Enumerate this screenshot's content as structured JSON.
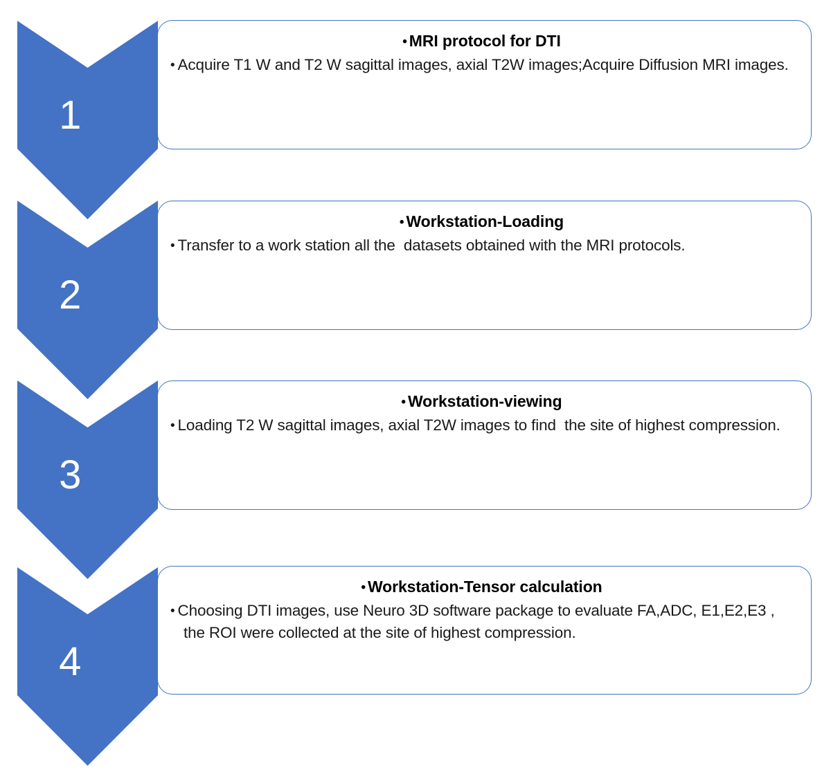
{
  "diagram": {
    "title": "MRI DTI acquisition and analysis workflow",
    "accent_color": "#4472C4",
    "box_border_color": "#4472C4",
    "number_color": "#FFFFFF",
    "text_color": "#000000",
    "bullet_glyph": "•"
  },
  "steps": [
    {
      "number": "1",
      "title": "MRI protocol for DTI",
      "body": "Acquire T1 W and T2 W sagittal images, axial T2W images;Acquire Diffusion MRI images."
    },
    {
      "number": "2",
      "title": "Workstation-Loading",
      "body": "Transfer to a work station all the  datasets obtained with the MRI protocols."
    },
    {
      "number": "3",
      "title": "Workstation-viewing",
      "body": "Loading T2 W sagittal images, axial T2W images to find  the site of highest compression."
    },
    {
      "number": "4",
      "title": "Workstation-Tensor calculation",
      "body": "Choosing DTI images, use Neuro 3D software package to evaluate FA,ADC, E1,E2,E3 , the ROI were collected at the site of highest compression."
    }
  ]
}
